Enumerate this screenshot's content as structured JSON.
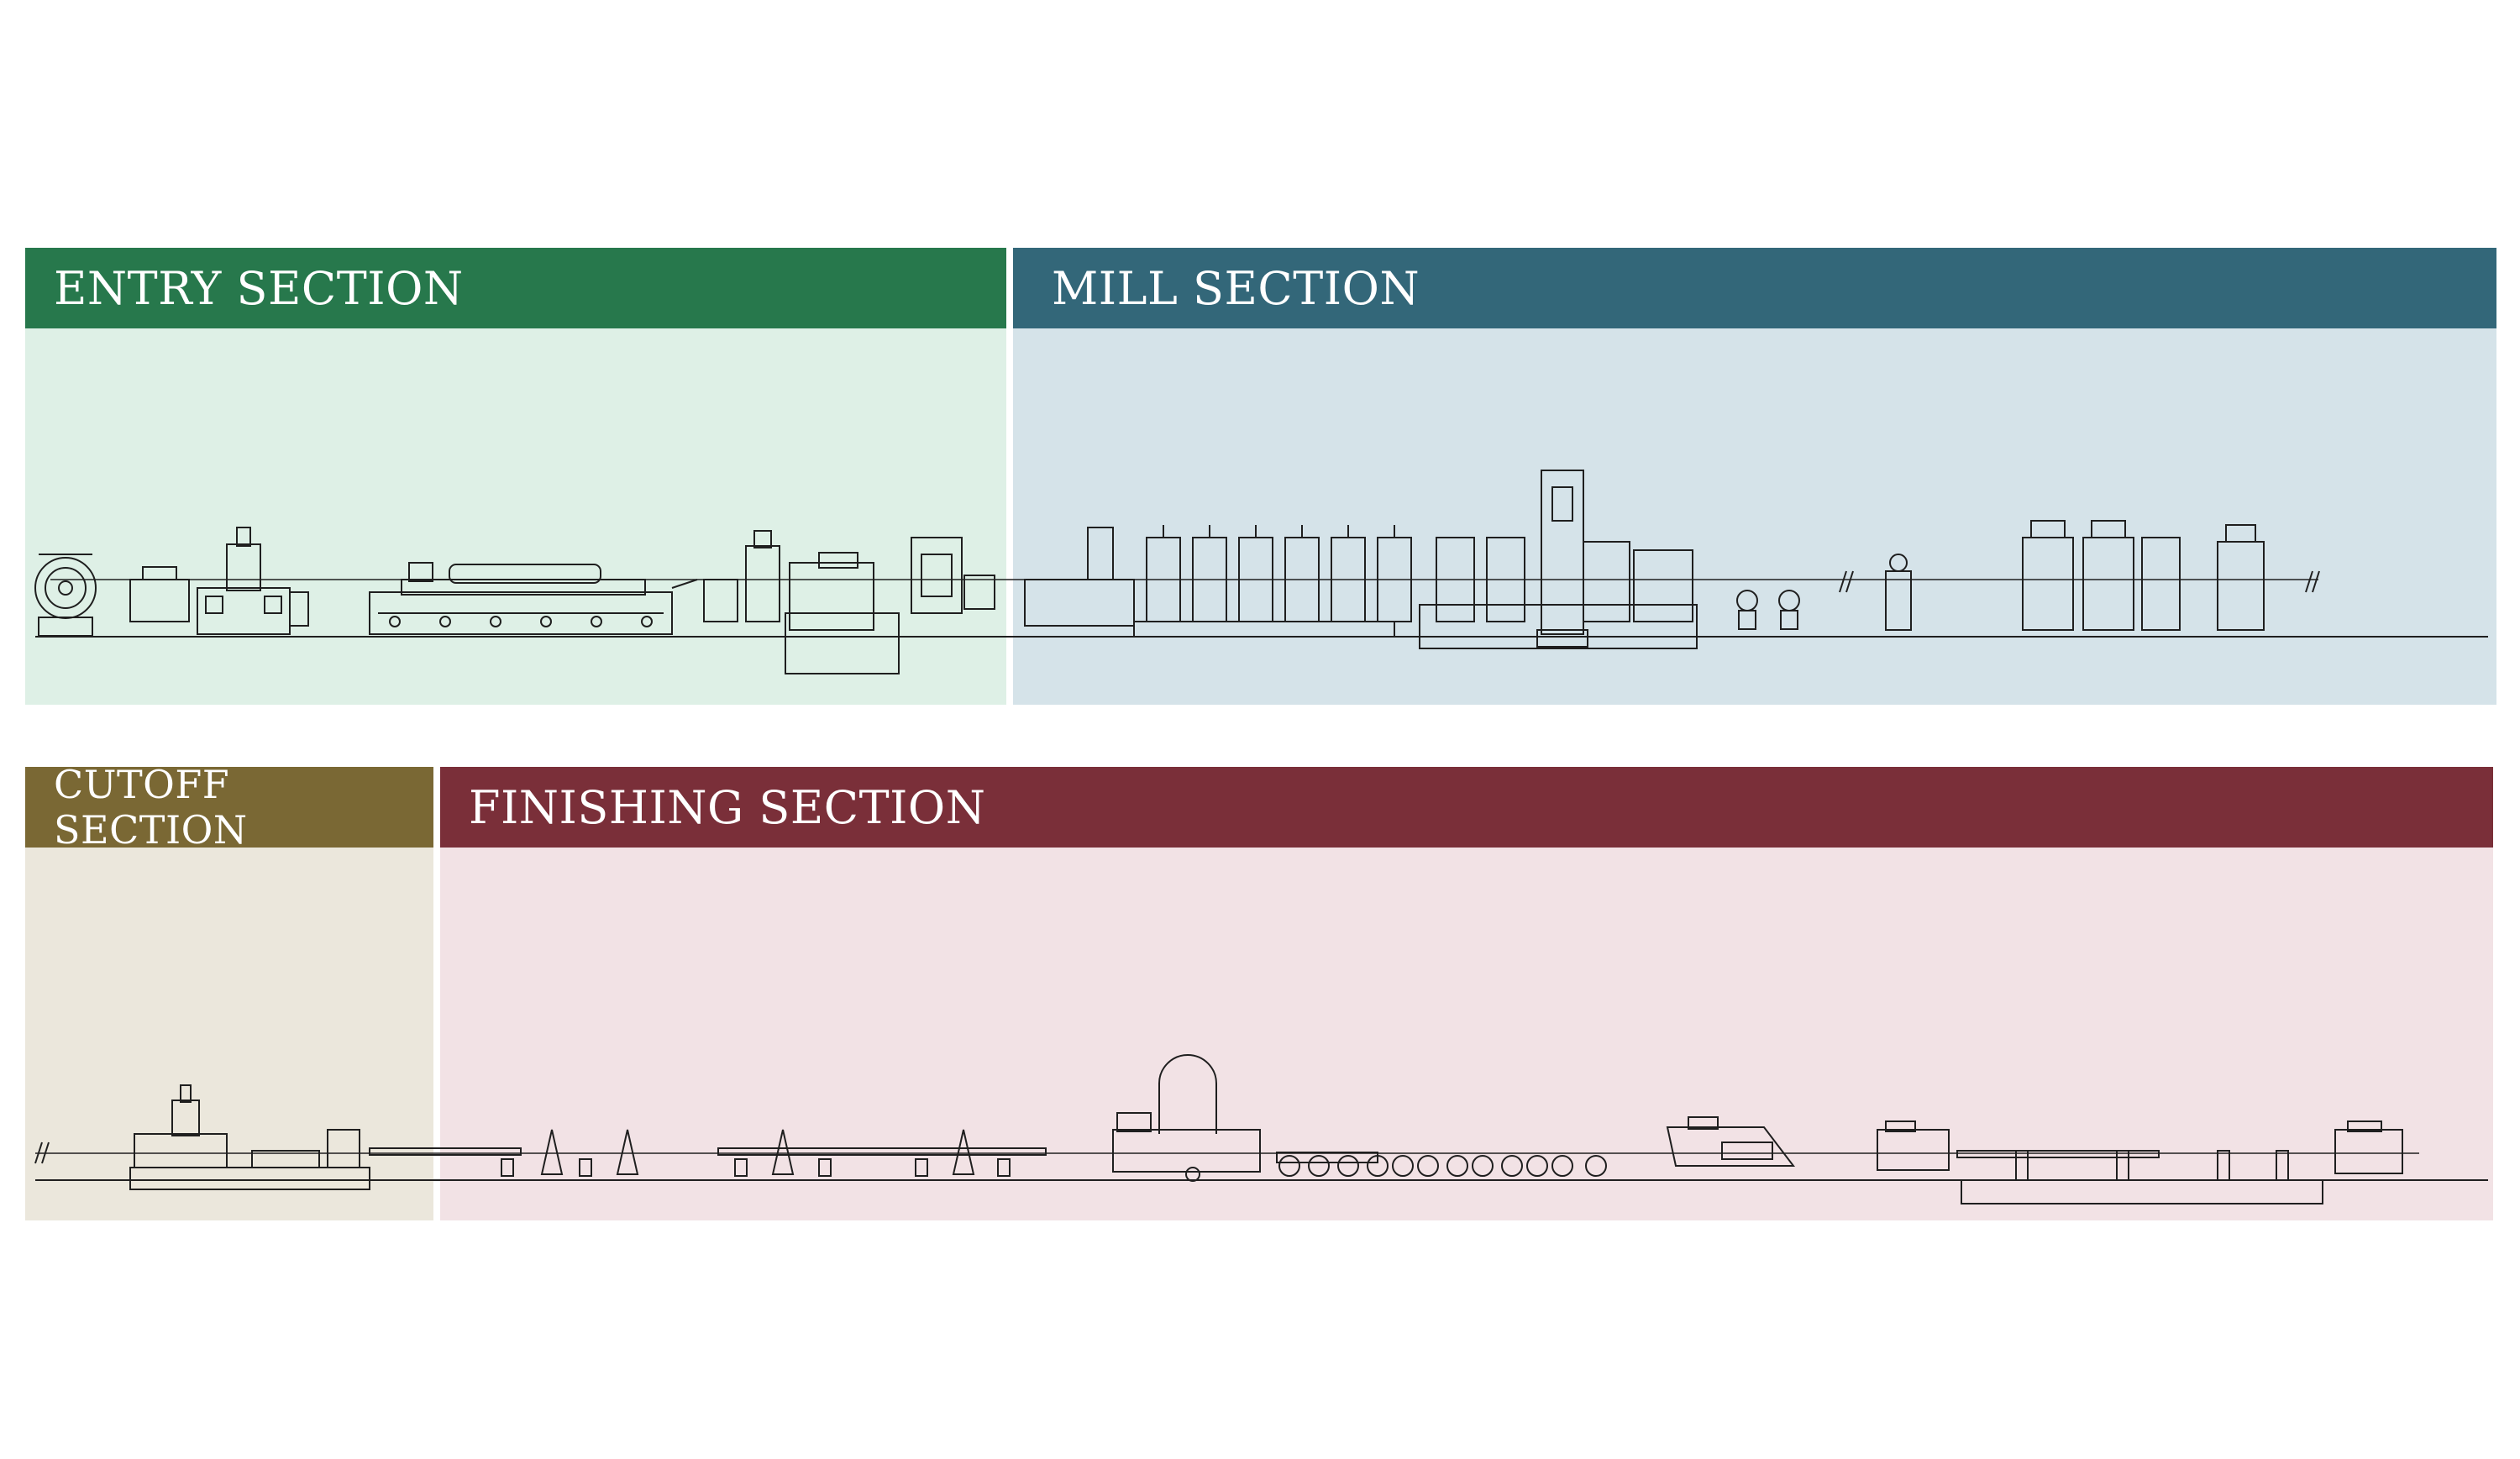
{
  "sections": {
    "entry": {
      "label": "ENTRY SECTION",
      "header_color": "#27784C",
      "body_color": "#DEF0E6"
    },
    "mill": {
      "label": "MILL SECTION",
      "header_color": "#336779",
      "body_color": "#D5E3E9"
    },
    "cutoff": {
      "label": "CUTOFF SECTION",
      "header_color": "#7A6834",
      "body_color": "#EBE7DC"
    },
    "finishing": {
      "label": "FINISHING SECTION",
      "header_color": "#7A2F39",
      "body_color": "#F2E2E5"
    }
  },
  "line_art_color": "#1f1f1f"
}
